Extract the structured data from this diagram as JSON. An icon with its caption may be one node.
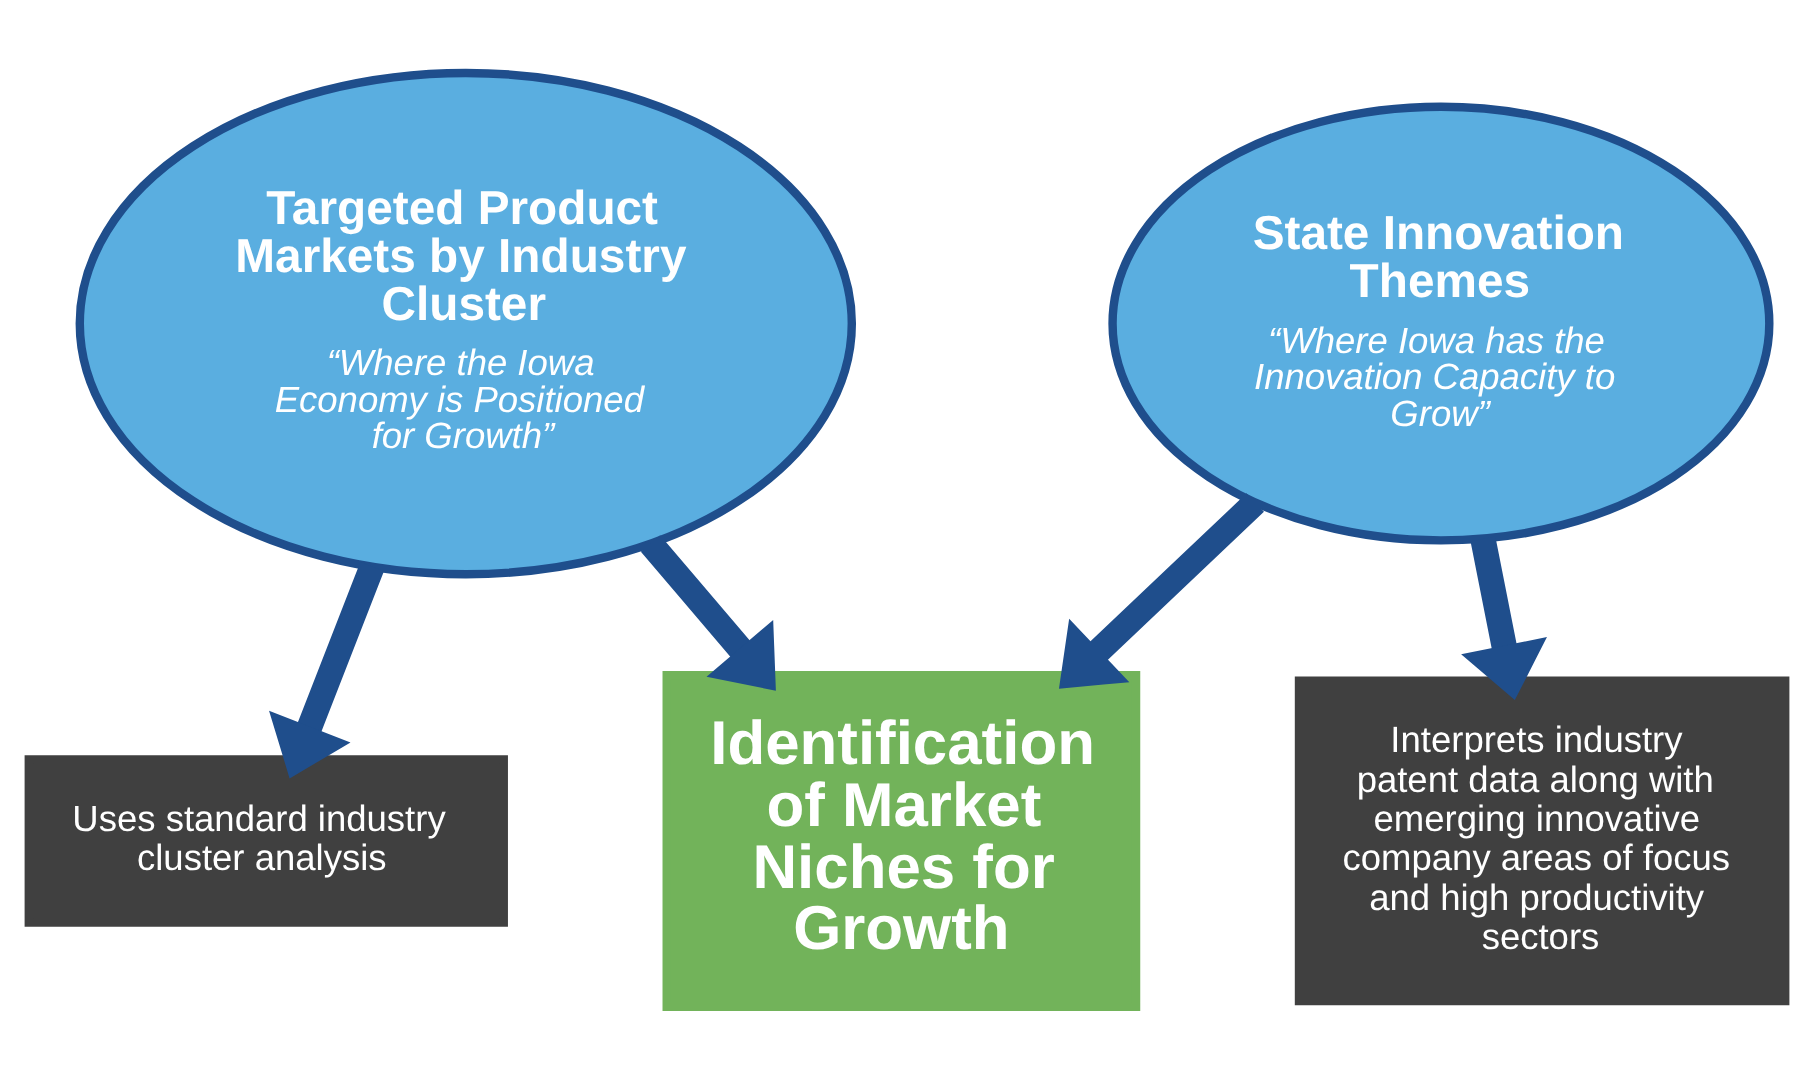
{
  "diagram": {
    "nodes": [
      {
        "text": [
          "Targeted Product Markets by Industry Cluster",
          "“Where the Iowa Economy is Positioned for Growth”"
        ]
      },
      {
        "text": [
          "State Innovation Themes",
          "“Where Iowa has the Innovation Capacity to Grow”"
        ]
      },
      {
        "text": [
          "Identification of Market Niches for Growth"
        ]
      },
      {
        "text": [
          "Uses standard industry cluster analysis"
        ]
      },
      {
        "text": [
          "Interprets industry patent data along with emerging innovative company areas of focus and high productivity sectors"
        ]
      }
    ],
    "edges": [
      {
        "from": 0,
        "to": 2,
        "arrow": "to"
      },
      {
        "from": 1,
        "to": 2,
        "arrow": "to"
      },
      {
        "from": 0,
        "to": 3,
        "arrow": "to"
      },
      {
        "from": 1,
        "to": 4,
        "arrow": "to"
      }
    ]
  }
}
